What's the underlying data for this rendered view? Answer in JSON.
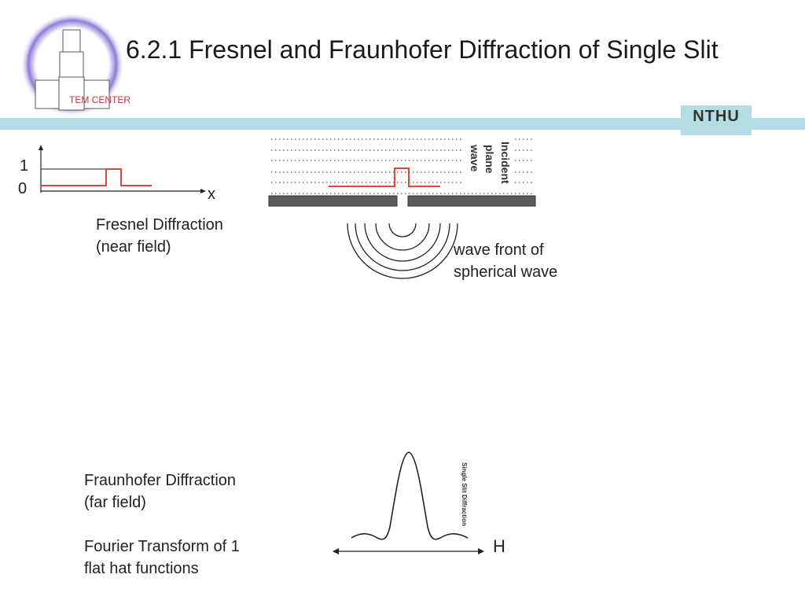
{
  "title": "6.2.1 Fresnel and Fraunhofer Diffraction of Single Slit",
  "logo": {
    "text": "TEM CENTER"
  },
  "badge": "NTHU",
  "fresnel_graph": {
    "y_tick_1": "1",
    "y_tick_0": "0",
    "x_label": "x"
  },
  "fresnel_label": {
    "line1": "Fresnel Diffraction",
    "line2": "(near field)"
  },
  "slit_diagram": {
    "incident_label": [
      "Incident",
      "plane",
      "wave"
    ],
    "wavefront_line1": "wave front of",
    "wavefront_line2": "spherical wave"
  },
  "fraunhofer_label": {
    "line1": "Fraunhofer Diffraction",
    "line2": "(far field)"
  },
  "fourier_label": {
    "line1": "Fourier Transform of 1",
    "line2": "flat hat functions"
  },
  "pattern": {
    "caption": "Single Slit Diffraction",
    "axis_label": "H"
  },
  "colors": {
    "band": "#b3dde3",
    "pulse": "#e0463c",
    "logo_ring": "#6a4fc0"
  }
}
